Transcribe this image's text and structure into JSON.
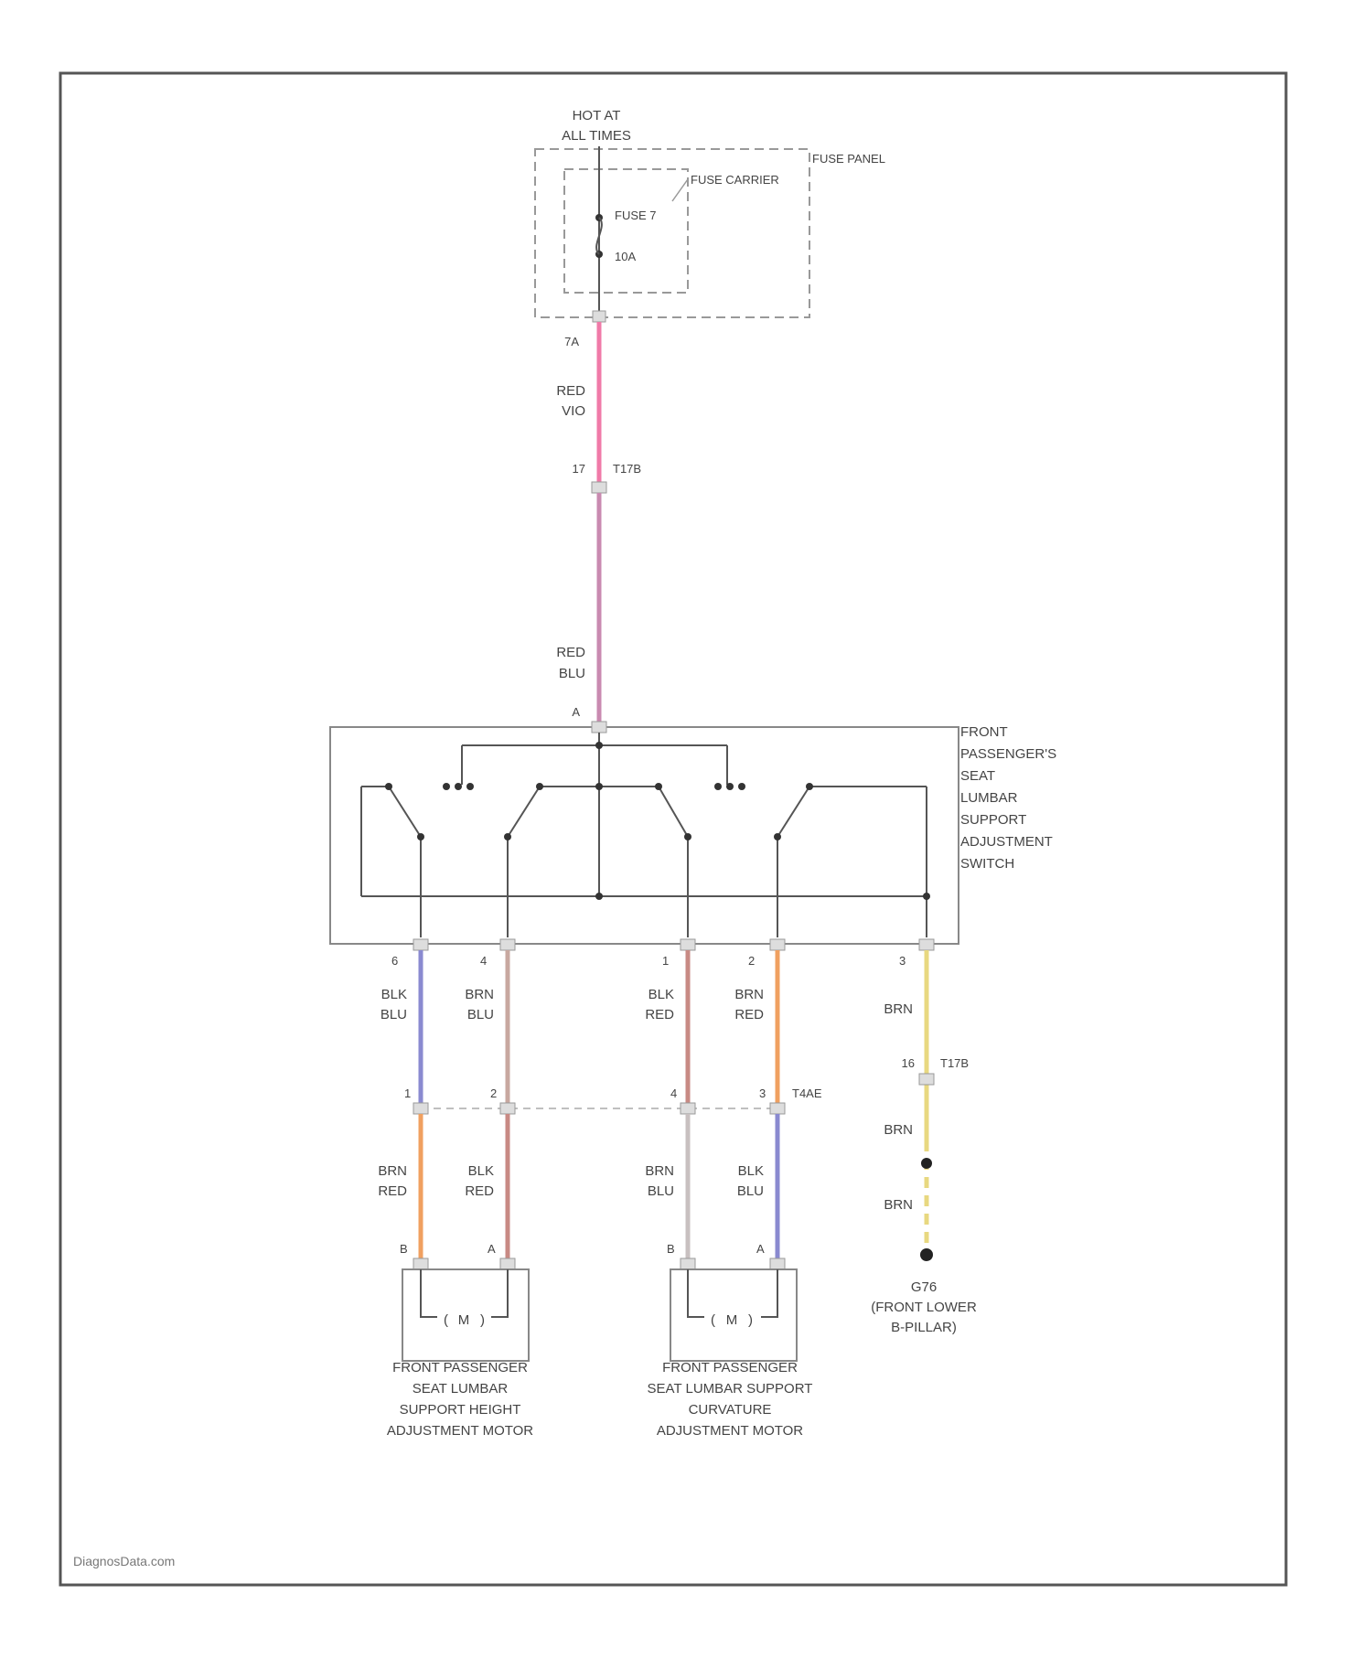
{
  "supply": {
    "line1": "HOT AT",
    "line2": "ALL TIMES"
  },
  "fuse_panel": {
    "panel_label": "FUSE PANEL",
    "carrier_label": "FUSE CARRIER",
    "fuse_name": "FUSE 7",
    "fuse_rating": "10A"
  },
  "connector_labels": {
    "fuse_out_pin": "7A",
    "t17b_pin": "17",
    "t17b_name": "T17B",
    "switch_in_pin": "A",
    "t4ae_name": "T4AE",
    "t17b_ground_pin": "16",
    "t17b_ground_name": "T17B"
  },
  "wires": {
    "red_vio_1": "RED",
    "red_vio_2": "VIO",
    "red_blu_1": "RED",
    "red_blu_2": "BLU",
    "w1_a": "BLK",
    "w1_b": "BLU",
    "w2_a": "BRN",
    "w2_b": "BLU",
    "w3_a": "BLK",
    "w3_b": "RED",
    "w4_a": "BRN",
    "w4_b": "RED",
    "w5": "BRN",
    "w5b": "BRN",
    "w5c": "BRN",
    "m1b_a": "BRN",
    "m1b_b": "RED",
    "m1a_a": "BLK",
    "m1a_b": "RED",
    "m2b_a": "BRN",
    "m2b_b": "BLU",
    "m2a_a": "BLK",
    "m2a_b": "BLU"
  },
  "switch_pins": [
    "6",
    "4",
    "1",
    "2",
    "3"
  ],
  "t4ae_pins": [
    "1",
    "2",
    "4",
    "3"
  ],
  "motor_pins": {
    "m1_left": "B",
    "m1_right": "A",
    "m2_left": "B",
    "m2_right": "A"
  },
  "switch_label": [
    "FRONT",
    "PASSENGER'S",
    "SEAT",
    "LUMBAR",
    "SUPPORT",
    "ADJUSTMENT",
    "SWITCH"
  ],
  "motor1_symbol": "M",
  "motor2_symbol": "M",
  "motor1_label": [
    "FRONT PASSENGER",
    "SEAT LUMBAR",
    "SUPPORT HEIGHT",
    "ADJUSTMENT MOTOR"
  ],
  "motor2_label": [
    "FRONT PASSENGER",
    "SEAT LUMBAR SUPPORT",
    "CURVATURE",
    "ADJUSTMENT MOTOR"
  ],
  "ground_label": [
    "G76",
    "(FRONT LOWER",
    "B-PILLAR)"
  ],
  "footer": "DiagnosData.com",
  "colors": {
    "red_vio": "#f07aa8",
    "red_blu": "#c98ab0",
    "blk_blu": "#8a8ad0",
    "brn_blu": "#c8a8a0",
    "blk_red": "#c88a84",
    "brn_red": "#f0a060",
    "brn": "#e8d880",
    "line": "#555555"
  }
}
